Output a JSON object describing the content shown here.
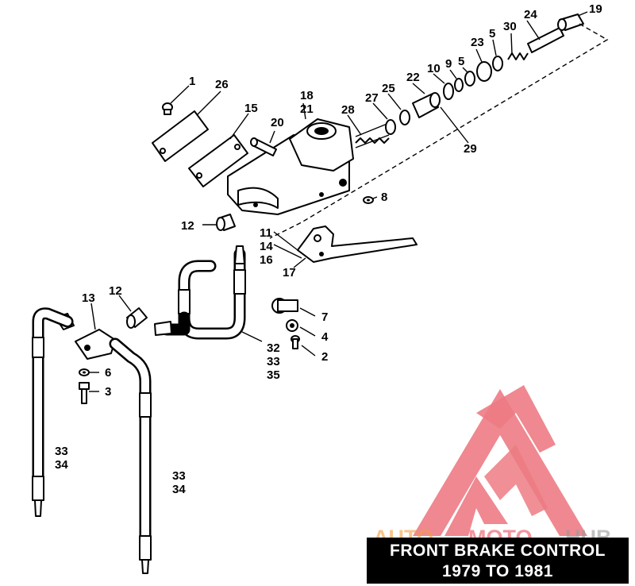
{
  "caption": {
    "line1": "FRONT BRAKE CONTROL",
    "line2": "1979 TO 1981"
  },
  "watermark": {
    "text_part1": "AUTO",
    "text_part2": "MOTO",
    "text_part3": "HUB",
    "color_primary": "#e8505b",
    "color_secondary": "#f0a040",
    "color_tertiary": "#999999"
  },
  "part_labels": {
    "l1": "1",
    "l26": "26",
    "l15": "15",
    "l18": "18",
    "l21": "21",
    "l20": "20",
    "l28": "28",
    "l27": "27",
    "l25": "25",
    "l22": "22",
    "l10": "10",
    "l9": "9",
    "l5a": "5",
    "l23": "23",
    "l5b": "5",
    "l30": "30",
    "l24": "24",
    "l19": "19",
    "l29": "29",
    "l8": "8",
    "l12a": "12",
    "l11": "11",
    "l14": "14",
    "l16": "16",
    "l17": "17",
    "l7": "7",
    "l4": "4",
    "l2": "2",
    "l13": "13",
    "l12b": "12",
    "l6": "6",
    "l3": "3",
    "l32": "32",
    "l33a": "33",
    "l35": "35",
    "l33b": "33",
    "l34a": "34",
    "l33c": "33",
    "l34b": "34"
  }
}
